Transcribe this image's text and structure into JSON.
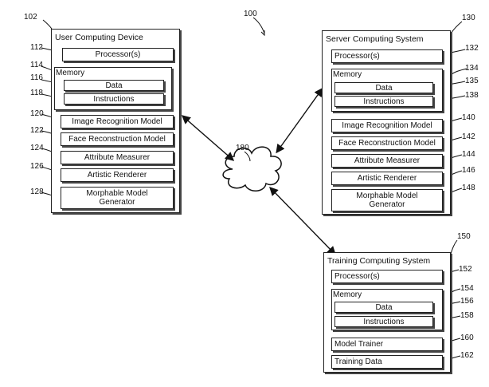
{
  "figure_ref": "100",
  "network": {
    "ref": "180"
  },
  "user_device": {
    "ref": "102",
    "title": "User Computing Device",
    "processor": {
      "label": "Processor(s)",
      "ref": "112"
    },
    "memory": {
      "label": "Memory",
      "ref": "114",
      "data": {
        "label": "Data",
        "ref": "116"
      },
      "instructions": {
        "label": "Instructions",
        "ref": "118"
      }
    },
    "image_recognition": {
      "label": "Image Recognition Model",
      "ref": "120"
    },
    "face_reconstruction": {
      "label": "Face Reconstruction Model",
      "ref": "122"
    },
    "attribute_measurer": {
      "label": "Attribute Measurer",
      "ref": "124"
    },
    "artistic_renderer": {
      "label": "Artistic Renderer",
      "ref": "126"
    },
    "morphable": {
      "label_line1": "Morphable Model",
      "label_line2": "Generator",
      "ref": "128"
    }
  },
  "server": {
    "ref": "130",
    "title": "Server Computing System",
    "processor": {
      "label": "Processor(s)",
      "ref": "132"
    },
    "memory": {
      "label": "Memory",
      "ref": "134",
      "data": {
        "label": "Data",
        "ref": "135"
      },
      "instructions": {
        "label": "Instructions",
        "ref": "138"
      }
    },
    "image_recognition": {
      "label": "Image Recognition Model",
      "ref": "140"
    },
    "face_reconstruction": {
      "label": "Face Reconstruction Model",
      "ref": "142"
    },
    "attribute_measurer": {
      "label": "Attribute Measurer",
      "ref": "144"
    },
    "artistic_renderer": {
      "label": "Artistic Renderer",
      "ref": "146"
    },
    "morphable": {
      "label_line1": "Morphable Model",
      "label_line2": "Generator",
      "ref": "148"
    }
  },
  "training": {
    "ref": "150",
    "title": "Training Computing System",
    "processor": {
      "label": "Processor(s)",
      "ref": "152"
    },
    "memory": {
      "label": "Memory",
      "ref": "154",
      "data": {
        "label": "Data",
        "ref": "156"
      },
      "instructions": {
        "label": "Instructions",
        "ref": "158"
      }
    },
    "model_trainer": {
      "label": "Model Trainer",
      "ref": "160"
    },
    "training_data": {
      "label": "Training Data",
      "ref": "162"
    }
  }
}
